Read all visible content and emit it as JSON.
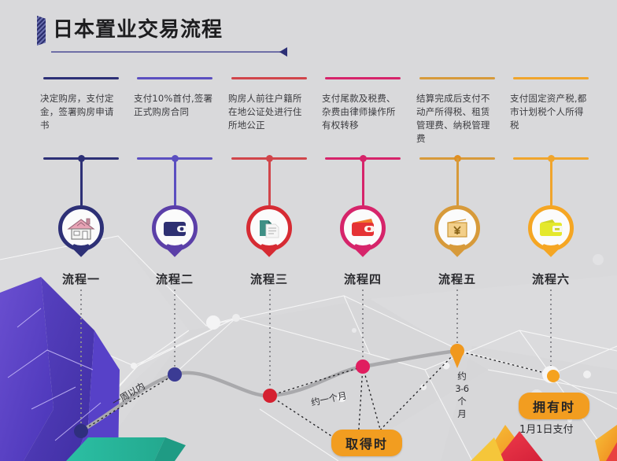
{
  "header": {
    "title": "日本置业交易流程"
  },
  "colors": {
    "background": "#d9d9db",
    "step1": "#2d3076",
    "step2": "#5b3fa8",
    "step3": "#d62b33",
    "step4": "#d6246a",
    "step5": "#d79a3a",
    "step6": "#f5a623",
    "badge": "#f29d20",
    "title_rule": "#6f6fa6"
  },
  "steps": [
    {
      "id": "step-1",
      "label": "流程一",
      "description": "决定购房，支付定金，签署购房申请书",
      "icon": "house-icon",
      "color": "#2d3076"
    },
    {
      "id": "step-2",
      "label": "流程二",
      "description": "支付10%首付,签署正式购房合同",
      "icon": "wallet-icon",
      "color": "#5b3fa8"
    },
    {
      "id": "step-3",
      "label": "流程三",
      "description": "购房人前往户籍所在地公证处进行住所地公正",
      "icon": "documents-icon",
      "color": "#d62b33"
    },
    {
      "id": "step-4",
      "label": "流程四",
      "description": "支付尾款及税费、杂费由律师操作所有权转移",
      "icon": "red-wallet-icon",
      "color": "#d6246a"
    },
    {
      "id": "step-5",
      "label": "流程五",
      "description": "结算完成后支付不动产所得税、租赁管理费、纳税管理费",
      "icon": "yen-envelope-icon",
      "color": "#d79a3a"
    },
    {
      "id": "step-6",
      "label": "流程六",
      "description": "支付固定资产税,都市计划税个人所得税",
      "icon": "yellow-wallet-icon",
      "color": "#f5a623"
    }
  ],
  "timeline": {
    "durations": [
      {
        "id": "duration-week",
        "text": "一周以内"
      },
      {
        "id": "duration-month",
        "text": "约一个月"
      },
      {
        "id": "duration-3to6",
        "text": "约\n3-6\n个\n月"
      },
      {
        "id": "duration-3to6-line1",
        "text": "约"
      },
      {
        "id": "duration-3to6-line2",
        "text": "3-6"
      },
      {
        "id": "duration-3to6-line3",
        "text": "个"
      },
      {
        "id": "duration-3to6-line4",
        "text": "月"
      }
    ],
    "badges": [
      {
        "id": "badge-acquire",
        "text": "取得时"
      },
      {
        "id": "badge-own",
        "text": "拥有时"
      }
    ],
    "notes": [
      {
        "id": "note-payment-date",
        "text": "1月1日支付"
      }
    ]
  }
}
